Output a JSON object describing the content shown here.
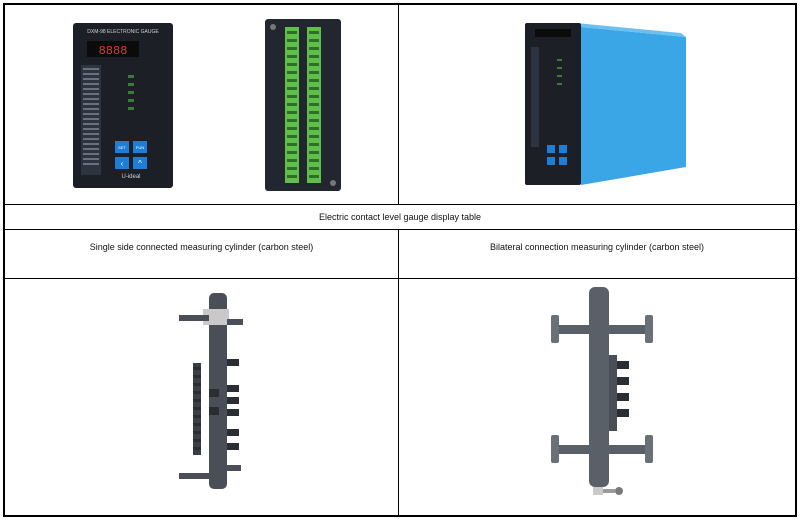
{
  "table": {
    "row1_caption": "Electric contact level gauge display table",
    "left_caption": "Single side connected measuring cylinder (carbon steel)",
    "right_caption": "Bilateral connection measuring cylinder (carbon steel)"
  },
  "device_front": {
    "header": "DXM-98 ELECTRONIC GAUGE",
    "display": "8888",
    "btn_set": "SET",
    "btn_fun": "FUN",
    "brand": "U-ideal"
  },
  "colors": {
    "panel": "#1c1f26",
    "display_red": "#e23b3b",
    "key_blue": "#1e7ed6",
    "box_blue": "#3aa6e6",
    "terminal_green": "#5fbf4a",
    "steel": "#4a4f57"
  }
}
